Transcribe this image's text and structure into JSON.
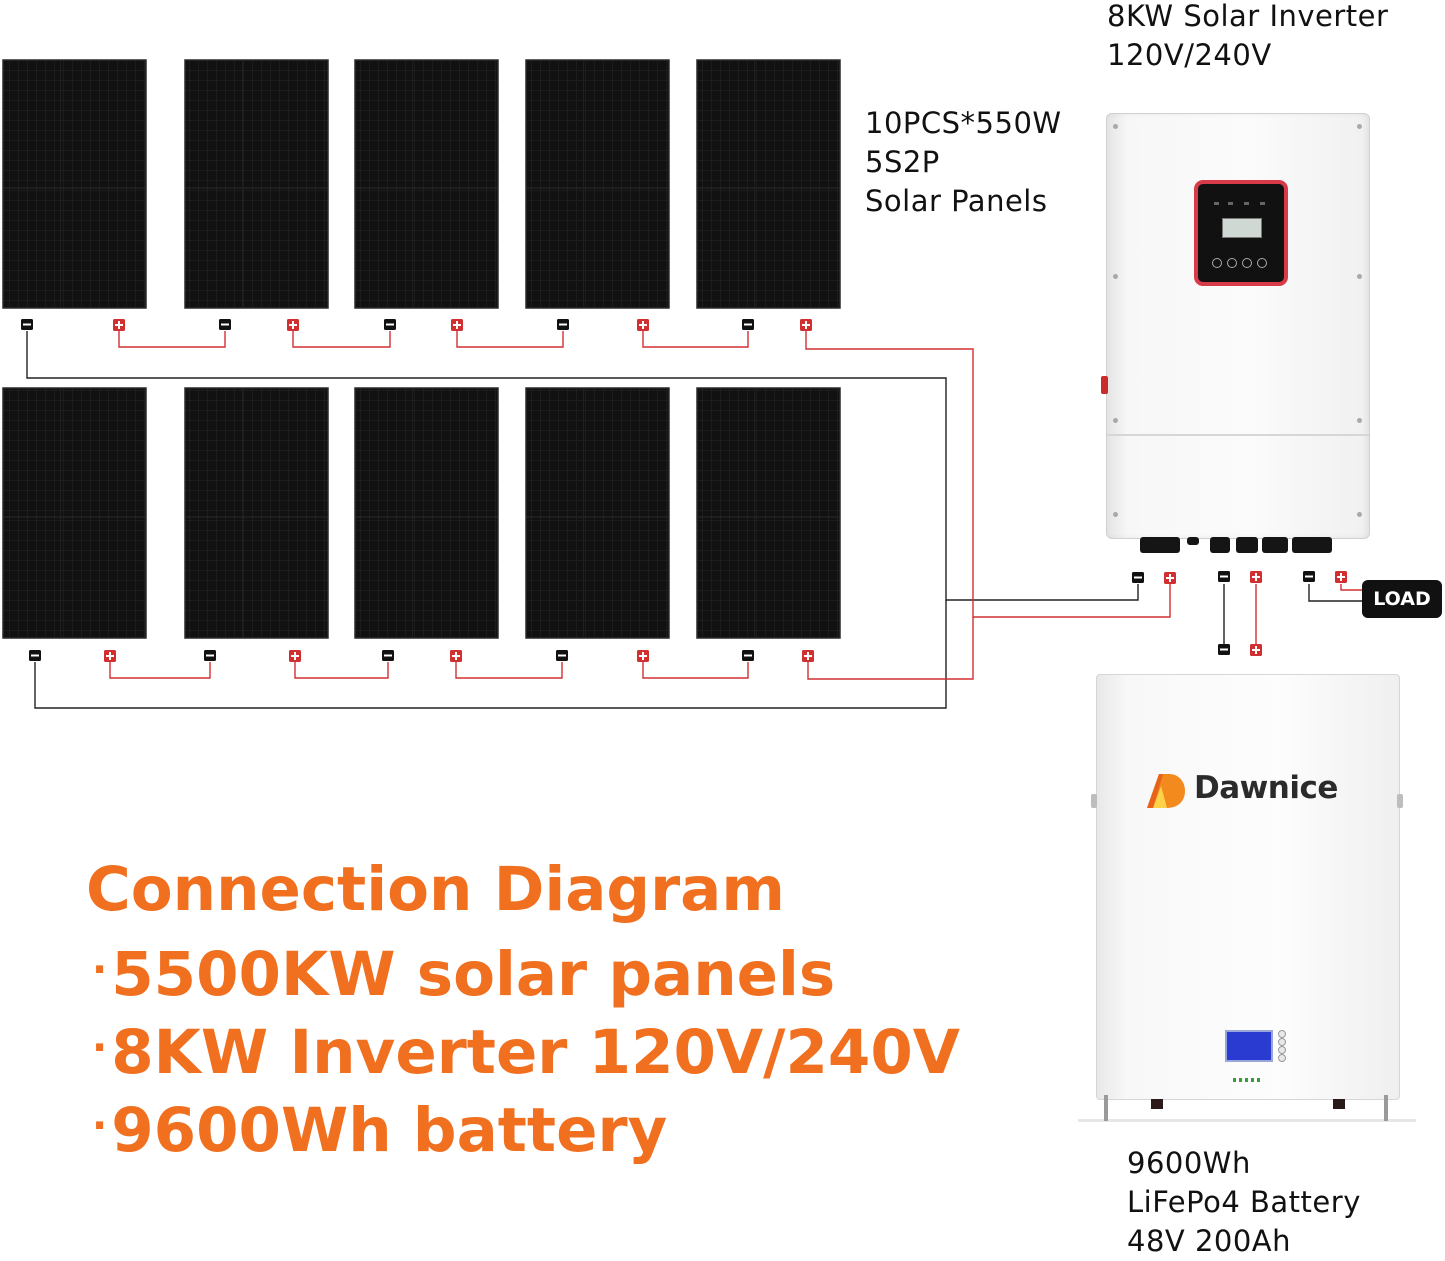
{
  "inverter": {
    "title_line1": "8KW Solar Inverter",
    "title_line2": "120V/240V"
  },
  "panels": {
    "label_line1": "10PCS*550W",
    "label_line2": "5S2P",
    "label_line3": "Solar Panels",
    "count": 10
  },
  "load": {
    "label": "LOAD"
  },
  "battery": {
    "brand": "Dawnice",
    "label_line1": "9600Wh",
    "label_line2": "LiFePo4 Battery",
    "label_line3": "48V 200Ah"
  },
  "summary": {
    "heading": "Connection Diagram",
    "bullets": [
      "5500KW solar panels",
      "8KW Inverter 120V/240V",
      "9600Wh battery"
    ],
    "bullet_glyph": "·"
  },
  "colors": {
    "accent": "#f07020",
    "positive_wire": "#d23030",
    "negative_wire": "#222222",
    "panel": "#111111",
    "inverter_panel_border": "#d73a48",
    "battery_screen": "#2a3bd1"
  },
  "icons": {
    "positive_connector": "plus-connector-icon",
    "negative_connector": "minus-connector-icon",
    "brand_logo": "dawnice-logo-icon"
  }
}
